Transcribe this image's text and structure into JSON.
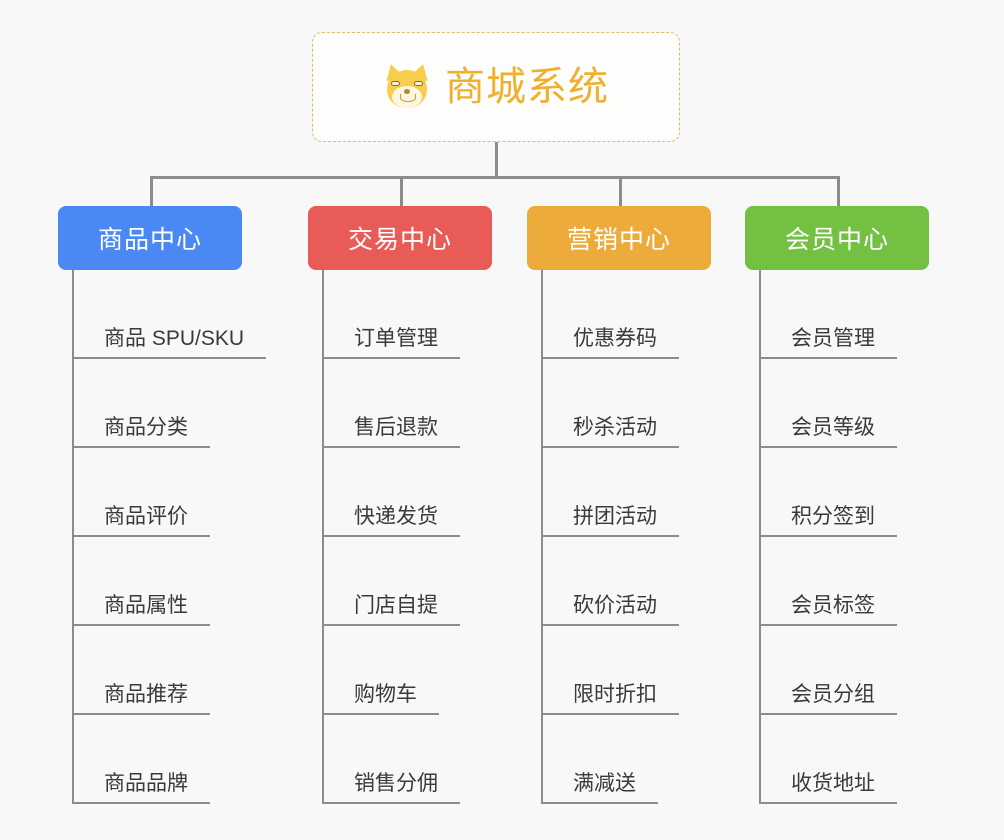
{
  "background_color": "#f8f8f8",
  "root": {
    "icon": "shiba-dog-face-icon",
    "title": "商城系统",
    "title_color": "#f0b02e",
    "border_color": "#e6b85c"
  },
  "branches": [
    {
      "title": "商品中心",
      "color": "#4a89f3",
      "leaves": [
        "商品 SPU/SKU",
        "商品分类",
        "商品评价",
        "商品属性",
        "商品推荐",
        "商品品牌"
      ]
    },
    {
      "title": "交易中心",
      "color": "#e95b57",
      "leaves": [
        "订单管理",
        "售后退款",
        "快递发货",
        "门店自提",
        "购物车",
        "销售分佣"
      ]
    },
    {
      "title": "营销中心",
      "color": "#edab3b",
      "leaves": [
        "优惠券码",
        "秒杀活动",
        "拼团活动",
        "砍价活动",
        "限时折扣",
        "满减送"
      ]
    },
    {
      "title": "会员中心",
      "color": "#74c043",
      "leaves": [
        "会员管理",
        "会员等级",
        "积分签到",
        "会员标签",
        "会员分组",
        "收货地址"
      ]
    }
  ]
}
